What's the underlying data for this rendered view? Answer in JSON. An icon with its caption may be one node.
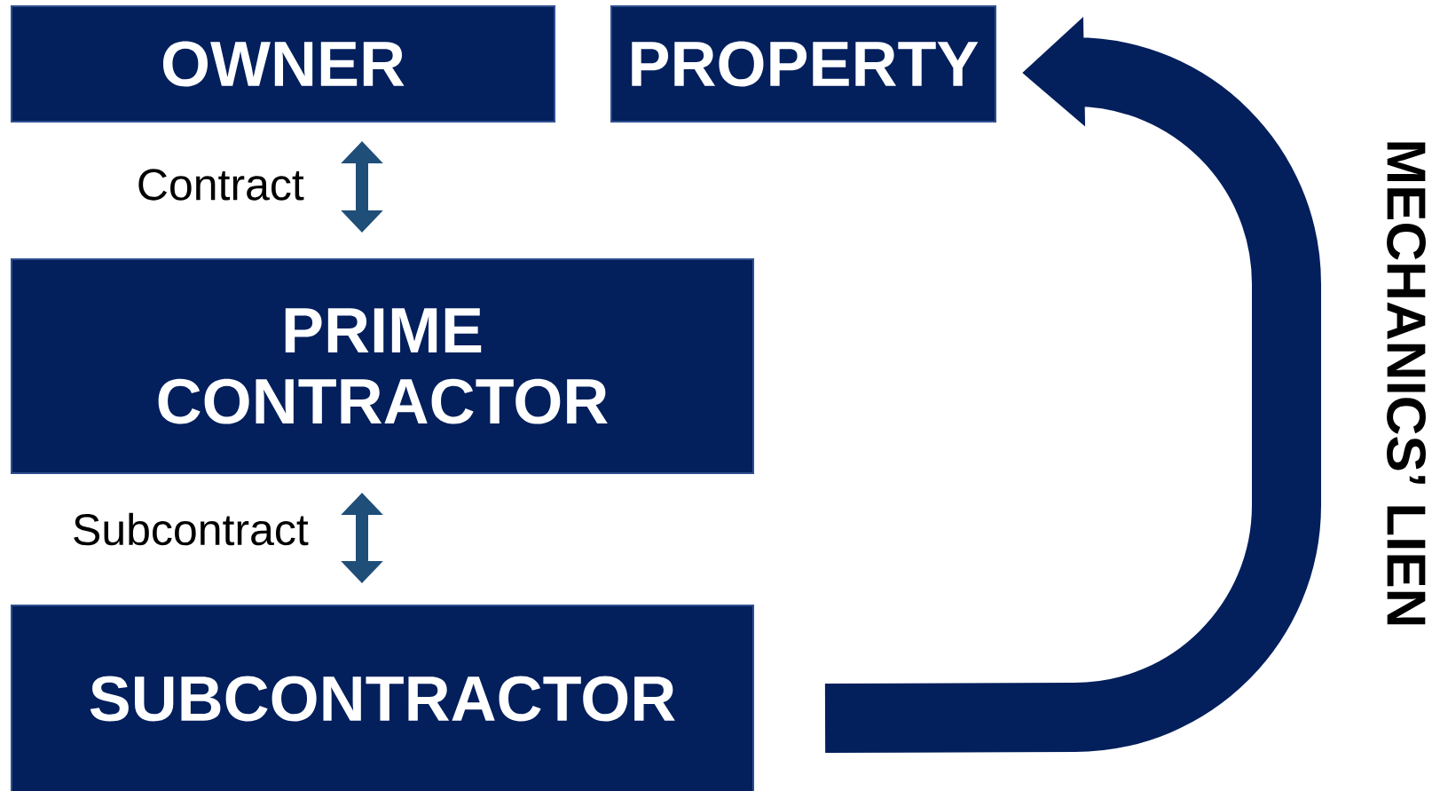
{
  "diagram": {
    "nodes": [
      {
        "text": [
          "OWNER"
        ]
      },
      {
        "text": [
          "PROPERTY"
        ]
      },
      {
        "text": [
          "PRIME CONTRACTOR"
        ]
      },
      {
        "text": [
          "SUBCONTRACTOR"
        ]
      }
    ],
    "edges": [
      {
        "from": 0,
        "to": 2,
        "arrow": "both",
        "label": "Contract"
      },
      {
        "from": 2,
        "to": 3,
        "arrow": "both",
        "label": "Subcontract"
      },
      {
        "from": 3,
        "to": 1,
        "arrow": "to",
        "label": "MECHANICS’ LIEN",
        "style": "thick",
        "color": "#031f5c"
      }
    ]
  }
}
